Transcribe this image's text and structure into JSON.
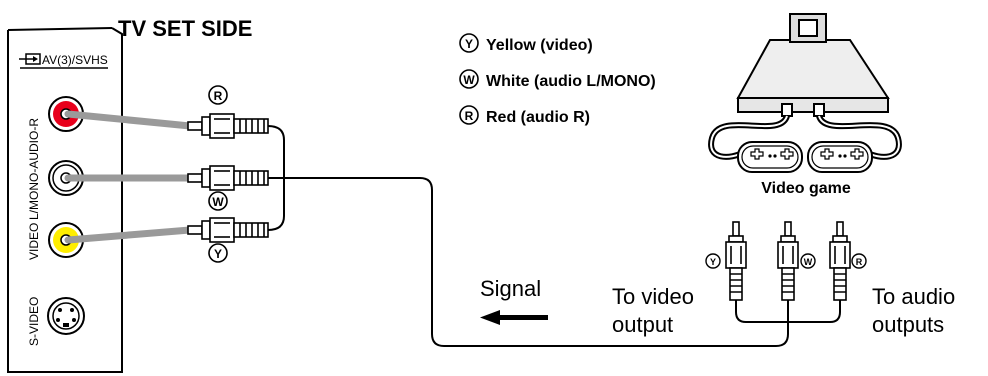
{
  "tv": {
    "title": "TV SET SIDE",
    "input_label": "AV(3)/SVHS",
    "jack_labels": [
      "VIDEO",
      "L/MONO-AUDIO-R"
    ],
    "video_label": "VIDEO",
    "audio_label": "L/MONO-AUDIO-R",
    "svideo_label": "S-VIDEO"
  },
  "legend": [
    {
      "letter": "Y",
      "text": "Yellow (video)"
    },
    {
      "letter": "W",
      "text": "White (audio L/MONO)"
    },
    {
      "letter": "R",
      "text": "Red (audio R)"
    }
  ],
  "plug_letters": {
    "red": "R",
    "white": "W",
    "yellow": "Y"
  },
  "console": {
    "caption": "Video game"
  },
  "signal": {
    "label": "Signal"
  },
  "outputs": {
    "video_line1": "To video",
    "video_line2": "output",
    "audio_line1": "To audio",
    "audio_line2": "outputs"
  },
  "colors": {
    "red": "#e8001c",
    "white": "#ffffff",
    "yellow": "#ffee00",
    "cable": "#9a9a9a"
  }
}
